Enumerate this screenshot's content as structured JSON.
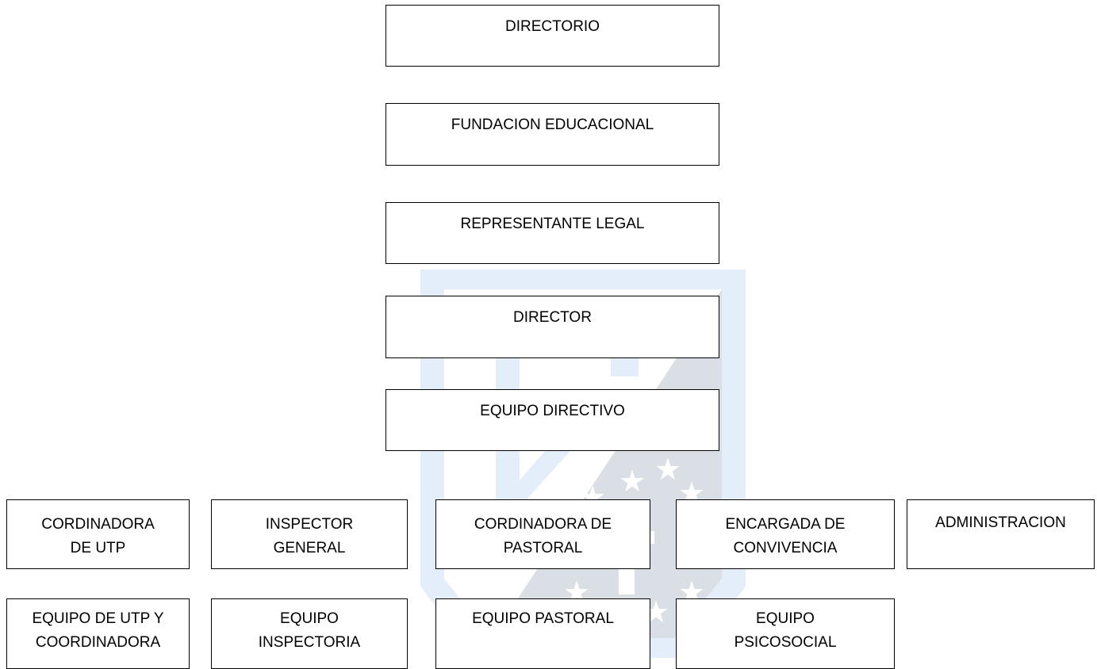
{
  "colors": {
    "box_border": "#000000",
    "box_fill": "#ffffff",
    "watermark_blue": "#cfe0f7",
    "watermark_gray": "#c9ced6"
  },
  "icons": {
    "watermark": "school-crest-watermark-icon"
  },
  "hierarchy": [
    {
      "key": "directorio",
      "label": "DIRECTORIO"
    },
    {
      "key": "fundacion",
      "label": "FUNDACION EDUCACIONAL"
    },
    {
      "key": "representante",
      "label": "REPRESENTANTE LEGAL"
    },
    {
      "key": "director",
      "label": "DIRECTOR"
    },
    {
      "key": "equipo_directivo",
      "label": "EQUIPO DIRECTIVO"
    }
  ],
  "departments": [
    {
      "key": "utp",
      "label": "CORDINADORA\nDE UTP"
    },
    {
      "key": "inspector",
      "label": "INSPECTOR\nGENERAL"
    },
    {
      "key": "pastoral",
      "label": "CORDINADORA DE\nPASTORAL"
    },
    {
      "key": "convivencia",
      "label": "ENCARGADA DE\nCONVIVENCIA"
    },
    {
      "key": "administracion",
      "label": "ADMINISTRACION"
    }
  ],
  "teams": [
    {
      "key": "equipo_utp",
      "label": "EQUIPO DE UTP Y\nCOORDINADORA"
    },
    {
      "key": "equipo_inspectoria",
      "label": "EQUIPO\nINSPECTORIA"
    },
    {
      "key": "equipo_pastoral",
      "label": "EQUIPO PASTORAL"
    },
    {
      "key": "equipo_psicosocial",
      "label": "EQUIPO\nPSICOSOCIAL"
    }
  ]
}
